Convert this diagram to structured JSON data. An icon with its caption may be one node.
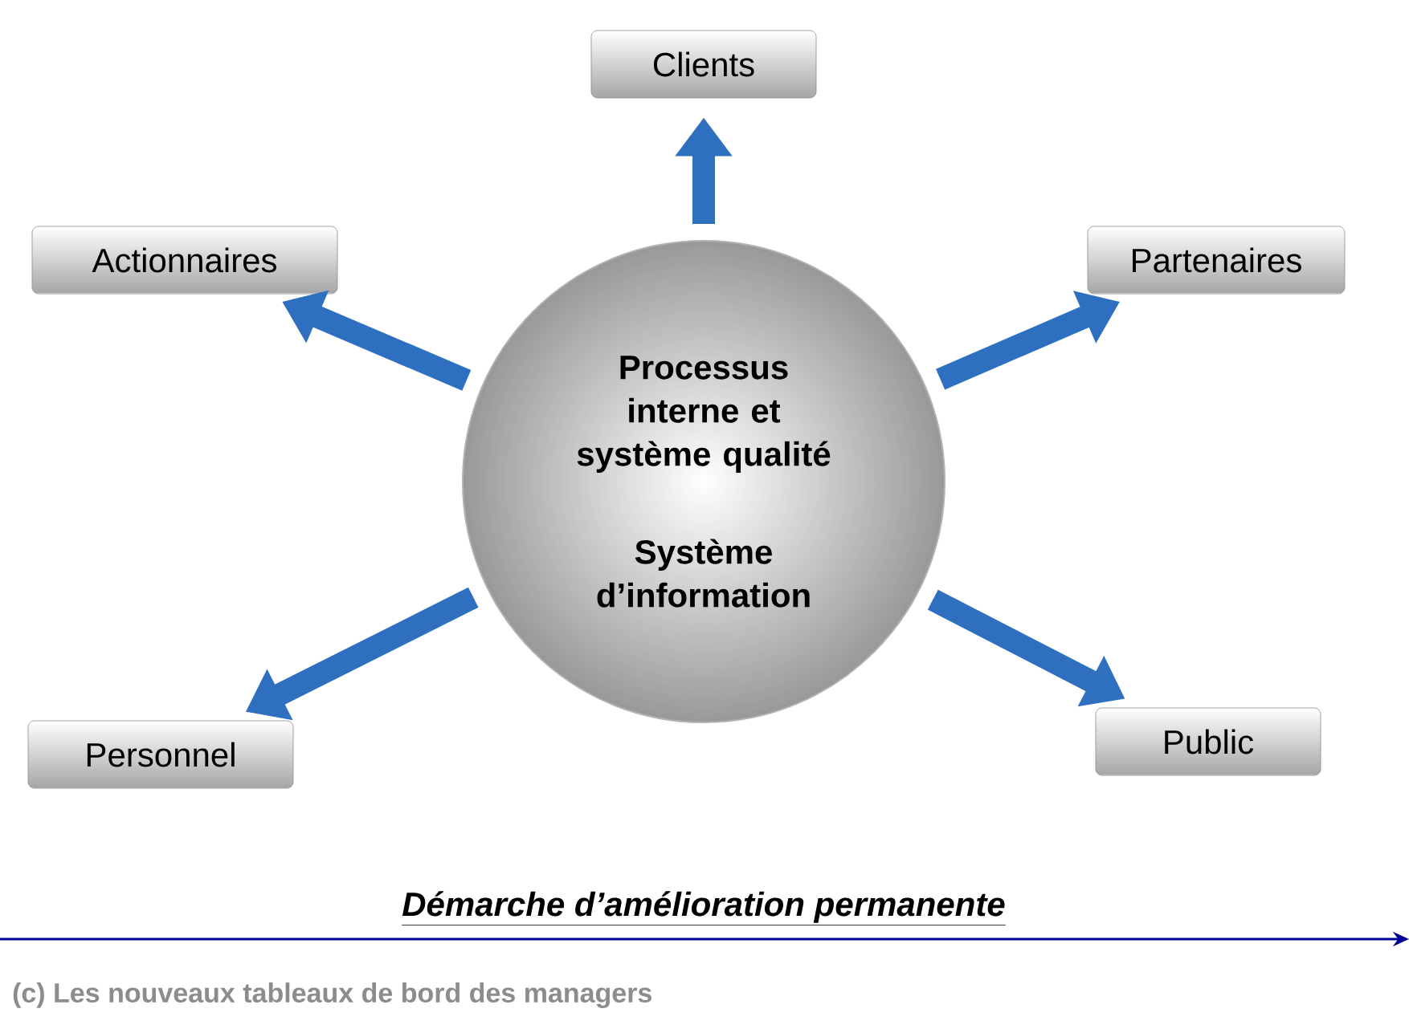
{
  "diagram": {
    "nodes": [
      {
        "text": [
          "Processus interne et système qualité",
          "Système d’information"
        ]
      },
      {
        "text": [
          "Clients"
        ]
      },
      {
        "text": [
          "Actionnaires"
        ]
      },
      {
        "text": [
          "Partenaires"
        ]
      },
      {
        "text": [
          "Personnel"
        ]
      },
      {
        "text": [
          "Public"
        ]
      }
    ],
    "edges": [
      {
        "from": 0,
        "to": 1,
        "arrow": "to"
      },
      {
        "from": 0,
        "to": 2,
        "arrow": "to"
      },
      {
        "from": 0,
        "to": 3,
        "arrow": "to"
      },
      {
        "from": 0,
        "to": 4,
        "arrow": "to"
      },
      {
        "from": 0,
        "to": 5,
        "arrow": "to"
      }
    ],
    "labels": [
      "Démarche d’amélioration permanente",
      "(c) Les nouveaux tableaux de bord des managers"
    ]
  }
}
